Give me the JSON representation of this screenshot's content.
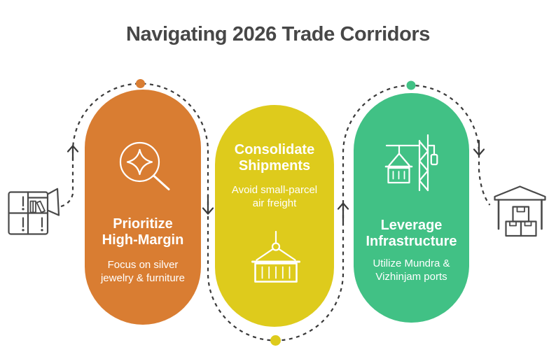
{
  "title": "Navigating 2026 Trade Corridors",
  "title_color": "#474747",
  "cards": [
    {
      "heading_line1": "Prioritize",
      "heading_line2": "High-Margin",
      "body_line1": "Focus on silver",
      "body_line2": "jewelry & furniture",
      "color": "#D97D32",
      "icon": "magnifier-sparkle-icon"
    },
    {
      "heading_line1": "Consolidate",
      "heading_line2": "Shipments",
      "body_line1": "Avoid small-parcel",
      "body_line2": "air freight",
      "color": "#DECB1C",
      "icon": "hoisted-container-icon"
    },
    {
      "heading_line1": "Leverage",
      "heading_line2": "Infrastructure",
      "body_line1": "Utilize Mundra &",
      "body_line2": "Vizhinjam ports",
      "color": "#41C185",
      "icon": "port-crane-icon"
    }
  ],
  "connector": {
    "line_color": "#3A3A3A",
    "dots": [
      {
        "name": "step-dot-orange",
        "color": "#D97D32"
      },
      {
        "name": "step-dot-yellow",
        "color": "#DECB1C"
      },
      {
        "name": "step-dot-green",
        "color": "#41C185"
      }
    ]
  },
  "side_icons": {
    "left": "storage-cabinet-icon",
    "right": "warehouse-icon",
    "color": "#4A4A4A"
  }
}
